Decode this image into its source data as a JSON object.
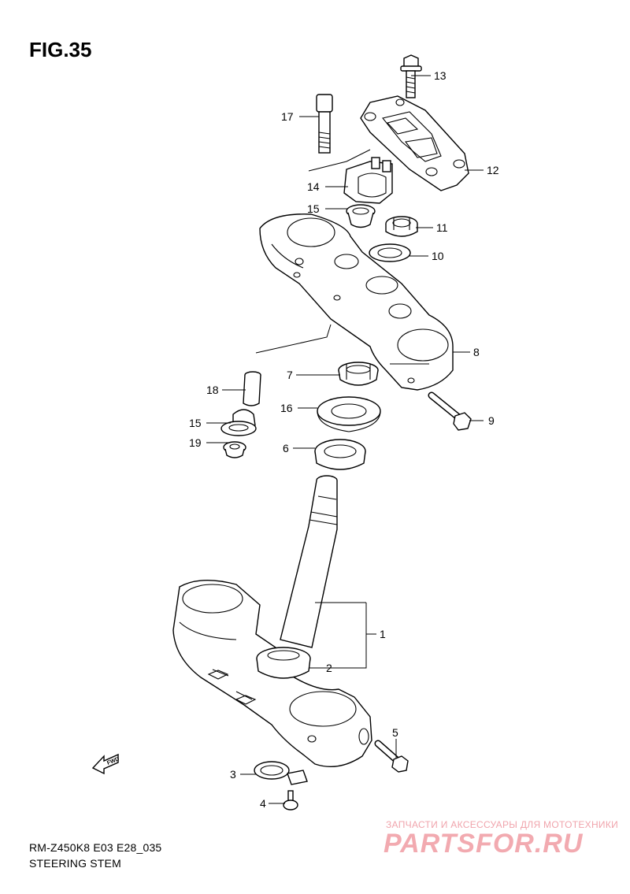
{
  "figure": {
    "title": "FIG.35"
  },
  "footer": {
    "model_code": "RM-Z450K8 E03 E28_035",
    "section_name": "STEERING STEM"
  },
  "watermark": {
    "tagline": "ЗАПЧАСТИ И АКСЕССУАРЫ ДЛЯ МОТОТЕХНИКИ",
    "logo": "PARTSFOR.RU",
    "color": "#f2aab0"
  },
  "fwd_arrow": {
    "label": "FWD"
  },
  "callouts": [
    "13",
    "17",
    "12",
    "14",
    "15",
    "11",
    "10",
    "8",
    "7",
    "18",
    "16",
    "9",
    "15",
    "19",
    "6",
    "1",
    "2",
    "5",
    "3",
    "4"
  ]
}
